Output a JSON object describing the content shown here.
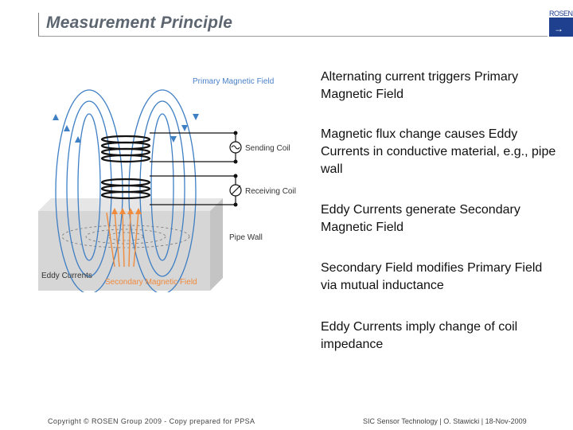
{
  "header": {
    "title": "Measurement Principle",
    "logo_text": "ROSEN",
    "logo_icon": "arrow-icon"
  },
  "figure": {
    "labels": {
      "primary_field": "Primary Magnetic Field",
      "sending_coil": "Sending Coil",
      "receiving_coil": "Receiving Coil",
      "pipe_wall": "Pipe Wall",
      "eddy_currents": "Eddy Currents",
      "secondary_field": "Secondary Magnetic Field"
    },
    "colors": {
      "primary_field": "#3f7fc4",
      "secondary_field": "#f08a3c",
      "label_blue": "#4a80c8",
      "label_orange": "#f08a3c",
      "pipe_wall": "#d8d8d8"
    }
  },
  "bullets": [
    "Alternating current triggers Primary Magnetic Field",
    "Magnetic flux change causes Eddy Currents in conductive material, e.g., pipe wall",
    "Eddy Currents generate Secondary Magnetic Field",
    "Secondary Field modifies Primary Field via mutual inductance",
    "Eddy Currents imply change of coil impedance"
  ],
  "footer": {
    "left": "Copyright © ROSEN Group 2009 - Copy prepared for PPSA",
    "right": "SIC Sensor Technology | O. Stawicki | 18-Nov-2009"
  }
}
